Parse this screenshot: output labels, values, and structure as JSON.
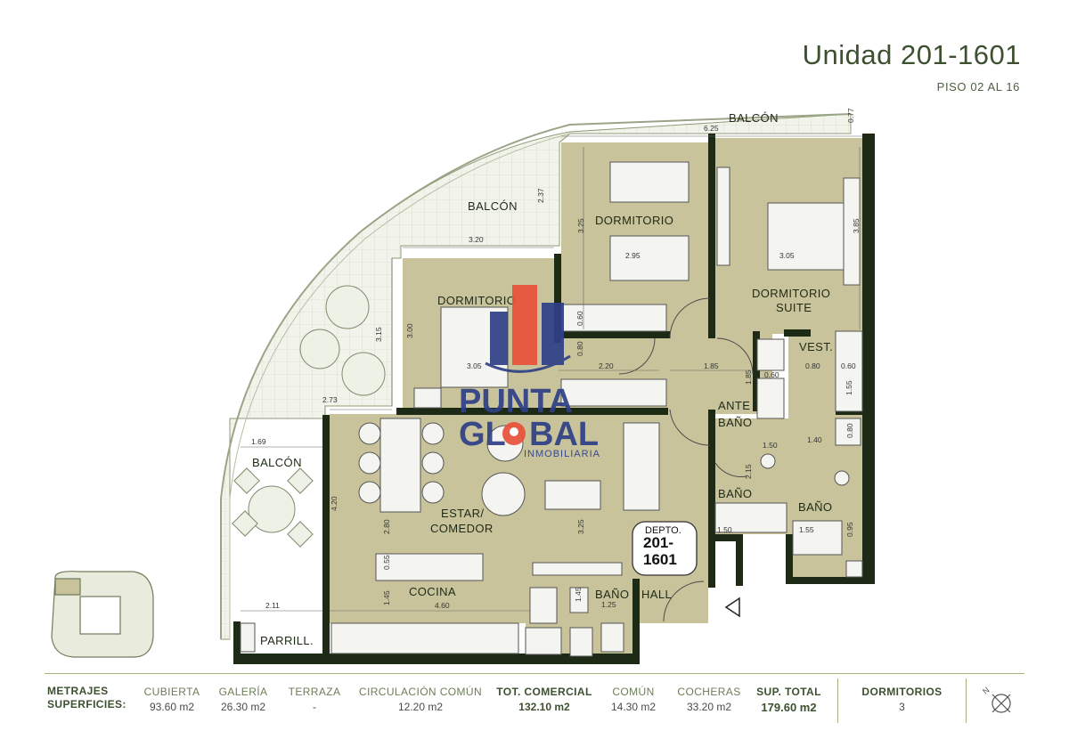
{
  "header": {
    "title": "Unidad 201-1601",
    "subtitle": "PISO 02 AL 16"
  },
  "rooms": {
    "balcon_top": "BALCÓN",
    "balcon_mid": "BALCÓN",
    "balcon_left": "BALCÓN",
    "dormitorio_1": "DORMITORIO",
    "dormitorio_2": "DORMITORIO",
    "dormitorio_suite_1": "DORMITORIO",
    "dormitorio_suite_2": "SUITE",
    "vest": "VEST.",
    "ante_1": "ANTE",
    "ante_2": "BAÑO",
    "bano_1": "BAÑO",
    "bano_2": "BAÑO",
    "bano_3": "BAÑO",
    "estar_1": "ESTAR/",
    "estar_2": "COMEDOR",
    "cocina": "COCINA",
    "hall": "HALL",
    "parrill": "PARRILL."
  },
  "depto_label": {
    "line1": "DEPTO.",
    "line2": "201-",
    "line3": "1601"
  },
  "dimensions": {
    "d625": "6.25",
    "d077": "0.77",
    "d237": "2.37",
    "d325a": "3.25",
    "d295": "2.95",
    "d305a": "3.05",
    "d385": "3.85",
    "d320": "3.20",
    "d315": "3.15",
    "d300": "3.00",
    "d305b": "3.05",
    "d060a": "0.60",
    "d080a": "0.80",
    "d220": "2.20",
    "d185a": "1.85",
    "d185b": "1.85",
    "d060b": "0.60",
    "d080b": "0.80",
    "d060c": "0.60",
    "d155a": "1.55",
    "d273": "2.73",
    "d169": "1.69",
    "d150a": "1.50",
    "d140": "1.40",
    "d215": "2.15",
    "d420": "4.20",
    "d280": "2.80",
    "d325b": "3.25",
    "d055": "0.55",
    "d145a": "1.45",
    "d145b": "1.45",
    "d125": "1.25",
    "d460": "4.60",
    "d211": "2.11",
    "d150b": "1.50",
    "d155b": "1.55",
    "d080c": "0.80",
    "d095": "0.95"
  },
  "watermark": {
    "line1": "PUNTA",
    "line2a": "GL",
    "line2b": "BAL",
    "sub": "INMOBILIARIA"
  },
  "footer": {
    "main_label_1": "METRAJES",
    "main_label_2": "SUPERFICIES:",
    "cols": [
      {
        "label": "CUBIERTA",
        "value": "93.60 m2"
      },
      {
        "label": "GALERÍA",
        "value": "26.30 m2"
      },
      {
        "label": "TERRAZA",
        "value": "-"
      },
      {
        "label": "CIRCULACIÓN COMÚN",
        "value": "12.20 m2"
      },
      {
        "label": "TOT. COMERCIAL",
        "value": "132.10 m2"
      },
      {
        "label": "COMÚN",
        "value": "14.30 m2"
      },
      {
        "label": "COCHERAS",
        "value": "33.20 m2"
      },
      {
        "label": "SUP. TOTAL",
        "value": "179.60 m2"
      },
      {
        "label": "DORMITORIOS",
        "value": "3"
      }
    ],
    "north_label": "N"
  },
  "colors": {
    "floor": "#c8c39b",
    "wall": "#1d2a16",
    "balcony": "#ecefe4",
    "accent": "#3d5030"
  }
}
